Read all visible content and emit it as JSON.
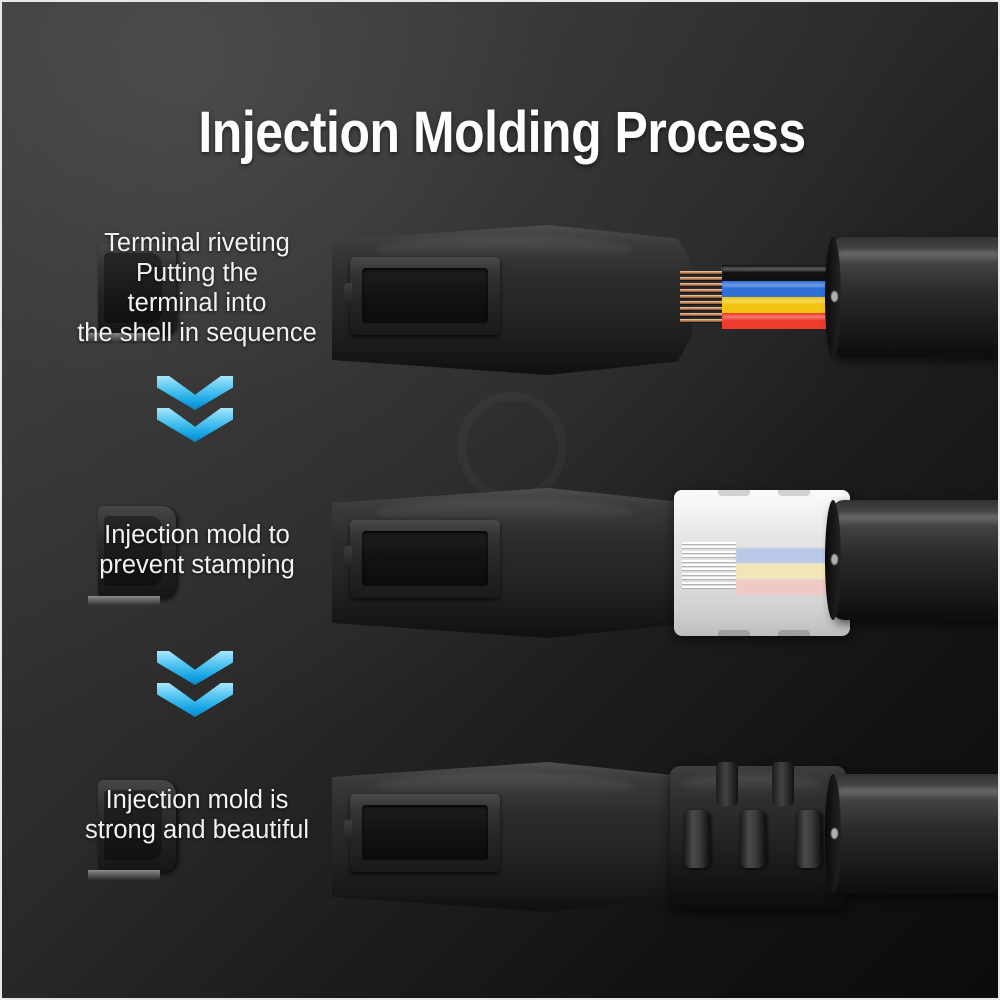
{
  "poster": {
    "title": "Injection Molding Process",
    "background_top_left": "#3c3c3c",
    "background_bottom_right": "#0c0c0c",
    "border_color": "#e8e8e8",
    "text_color": "#f2f2f2"
  },
  "arrow": {
    "icon": "double-chevron-down-icon",
    "gradient_light": "#a9e6fb",
    "gradient_dark": "#0a87c8"
  },
  "steps": [
    {
      "index": "1",
      "caption_lines": [
        "Terminal riveting",
        "Putting the",
        "terminal into",
        "the shell in sequence"
      ],
      "illustration": "connector-with-bare-wires",
      "wire_colors": [
        "#111111",
        "#2f6fd8",
        "#f2c411",
        "#ef3b2c"
      ],
      "conductor_color": "#c98a5c"
    },
    {
      "index": "2",
      "caption_lines": [
        "Injection mold to",
        "prevent stamping"
      ],
      "illustration": "connector-with-translucent-overmold",
      "overmold_color": "#e6e6e4",
      "wire_colors_through_mold": [
        "#b9c8e6",
        "#f2e6b8",
        "#f0c9c4"
      ]
    },
    {
      "index": "3",
      "caption_lines": [
        "Injection mold is",
        "strong and beautiful"
      ],
      "illustration": "connector-with-black-strain-relief",
      "strain_relief_color": "#222222"
    }
  ]
}
